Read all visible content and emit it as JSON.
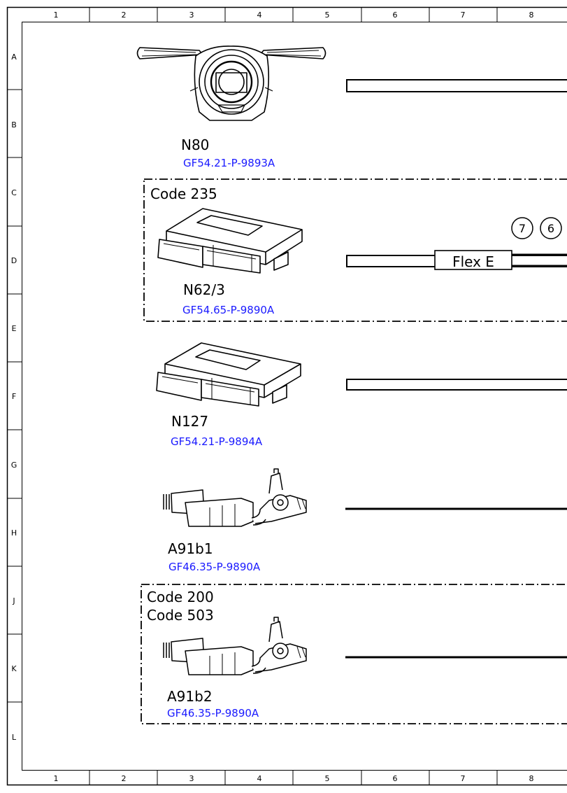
{
  "grid": {
    "columns": [
      "1",
      "2",
      "3",
      "4",
      "5",
      "6",
      "7",
      "8"
    ],
    "rows": [
      "A",
      "B",
      "C",
      "D",
      "E",
      "F",
      "G",
      "H",
      "J",
      "K",
      "L"
    ]
  },
  "components": [
    {
      "label": "N80",
      "ref": "GF54.21-P-9893A",
      "icon": "steering-column-switch-icon"
    },
    {
      "label": "N62/3",
      "ref": "GF54.65-P-9890A",
      "icon": "control-unit-icon"
    },
    {
      "label": "N127",
      "ref": "GF54.21-P-9894A",
      "icon": "control-unit-icon"
    },
    {
      "label": "A91b1",
      "ref": "GF46.35-P-9890A",
      "icon": "steering-gear-icon"
    },
    {
      "label": "A91b2",
      "ref": "GF46.35-P-9890A",
      "icon": "steering-gear-icon"
    }
  ],
  "groups": [
    {
      "codes": [
        "Code 235"
      ]
    },
    {
      "codes": [
        "Code 200",
        "Code 503"
      ]
    }
  ],
  "connectors": {
    "flex_label": "Flex E",
    "circles": [
      "7",
      "6"
    ]
  },
  "colors": {
    "ref_link": "#1a1aff",
    "line": "#000000"
  }
}
